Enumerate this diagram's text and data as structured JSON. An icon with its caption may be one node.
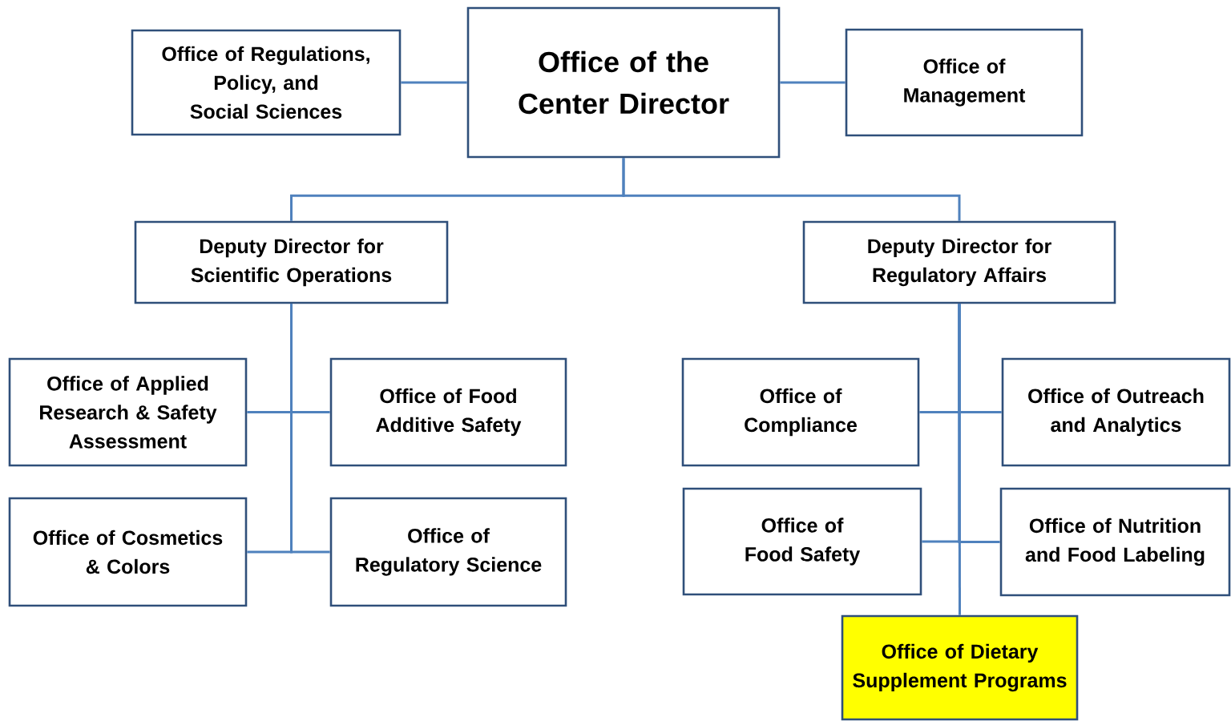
{
  "diagram": {
    "nodes": [
      {
        "text": [
          "Office of the Center Director"
        ]
      },
      {
        "text": [
          "Office of Regulations, Policy, and Social Sciences"
        ]
      },
      {
        "text": [
          "Office of Management"
        ]
      },
      {
        "text": [
          "Deputy Director for Scientific Operations"
        ]
      },
      {
        "text": [
          "Deputy Director for Regulatory Affairs"
        ]
      },
      {
        "text": [
          "Office of Applied Research & Safety Assessment"
        ]
      },
      {
        "text": [
          "Office of Food Additive Safety"
        ]
      },
      {
        "text": [
          "Office of Cosmetics & Colors"
        ]
      },
      {
        "text": [
          "Office of Regulatory Science"
        ]
      },
      {
        "text": [
          "Office of Compliance"
        ]
      },
      {
        "text": [
          "Office of Outreach and Analytics"
        ]
      },
      {
        "text": [
          "Office of Food Safety"
        ]
      },
      {
        "text": [
          "Office of Nutrition and Food Labeling"
        ]
      },
      {
        "text": [
          "Office of Dietary Supplement Programs"
        ]
      }
    ],
    "edges": [
      {
        "from": 0,
        "to": 1,
        "arrow": "none"
      },
      {
        "from": 0,
        "to": 2,
        "arrow": "none"
      },
      {
        "from": 0,
        "to": 3,
        "arrow": "none"
      },
      {
        "from": 0,
        "to": 4,
        "arrow": "none"
      },
      {
        "from": 3,
        "to": 5,
        "arrow": "none"
      },
      {
        "from": 3,
        "to": 6,
        "arrow": "none"
      },
      {
        "from": 3,
        "to": 7,
        "arrow": "none"
      },
      {
        "from": 3,
        "to": 8,
        "arrow": "none"
      },
      {
        "from": 4,
        "to": 9,
        "arrow": "none"
      },
      {
        "from": 4,
        "to": 10,
        "arrow": "none"
      },
      {
        "from": 4,
        "to": 11,
        "arrow": "none"
      },
      {
        "from": 4,
        "to": 12,
        "arrow": "none"
      },
      {
        "from": 4,
        "to": 13,
        "arrow": "none"
      }
    ]
  }
}
